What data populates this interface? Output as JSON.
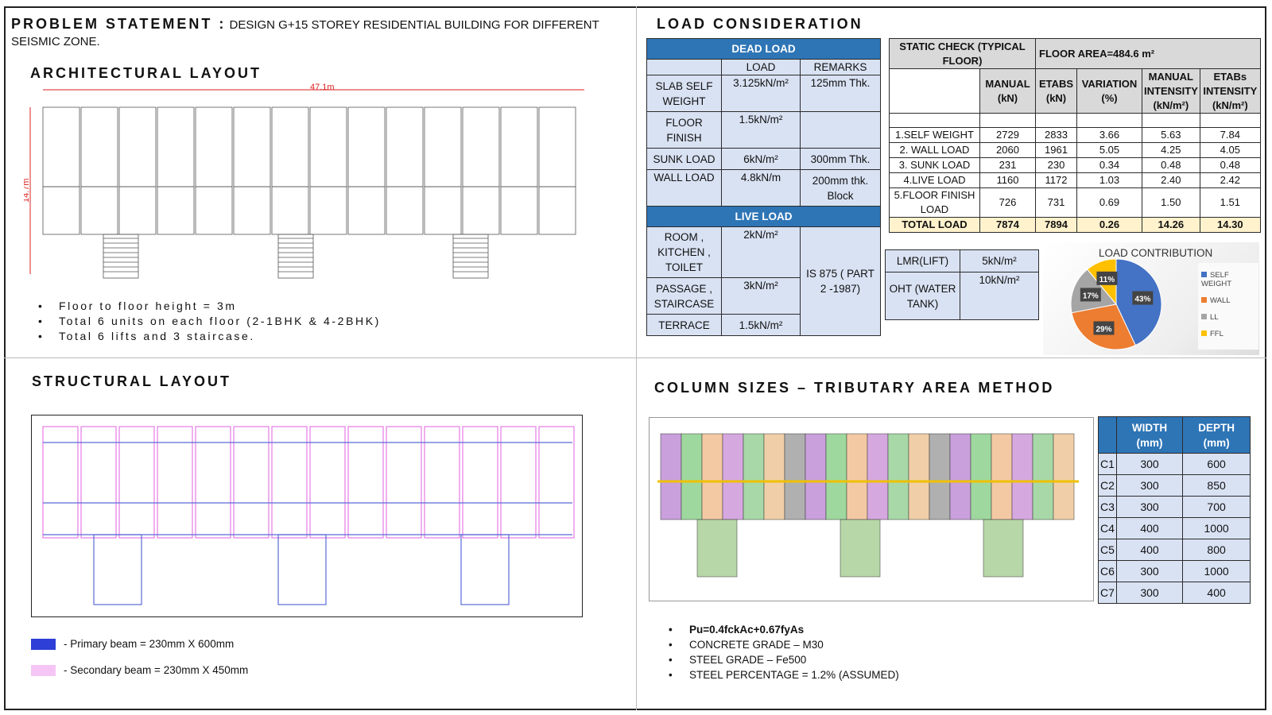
{
  "problem": {
    "label": "PROBLEM STATEMENT :",
    "text": "DESIGN G+15 STOREY RESIDENTIAL BUILDING FOR DIFFERENT SEISMIC ZONE."
  },
  "arch": {
    "title": "ARCHITECTURAL LAYOUT",
    "dim_width": "47.1m",
    "dim_height": "14.7m",
    "bullets": [
      "Floor to floor height = 3m",
      "Total 6 units on each floor (2-1BHK & 4-2BHK)",
      "Total 6 lifts and 3 staircase."
    ]
  },
  "structural": {
    "title": "STRUCTURAL LAYOUT",
    "legend": [
      "- Primary beam = 230mm X 600mm",
      "- Secondary beam = 230mm X 450mm"
    ],
    "primary_color": "#2d3fd6",
    "secondary_color": "#f5c6f5"
  },
  "load": {
    "title": "LOAD CONSIDERATION",
    "dead": {
      "caption": "DEAD LOAD",
      "h_load": "LOAD",
      "h_remarks": "REMARKS",
      "rows": [
        [
          "SLAB SELF WEIGHT",
          "3.125kN/m²",
          "125mm Thk."
        ],
        [
          "FLOOR FINISH",
          "1.5kN/m²",
          ""
        ],
        [
          "SUNK LOAD",
          "6kN/m²",
          "300mm Thk."
        ],
        [
          "WALL LOAD",
          "4.8kN/m",
          "200mm thk. Block"
        ]
      ]
    },
    "live": {
      "caption": "LIVE LOAD",
      "rows": [
        [
          "ROOM , KITCHEN , TOILET",
          "2kN/m²"
        ],
        [
          "PASSAGE , STAIRCASE",
          "3kN/m²"
        ],
        [
          "TERRACE",
          "1.5kN/m²"
        ]
      ],
      "remark": "IS 875 ( PART 2 -1987)"
    },
    "extra": [
      [
        "LMR(LIFT)",
        "5kN/m²"
      ],
      [
        "OHT (WATER TANK)",
        "10kN/m²"
      ]
    ],
    "static": {
      "title": "STATIC CHECK (TYPICAL FLOOR)",
      "area": "FLOOR AREA=484.6 m²",
      "headers": [
        "MANUAL (kN)",
        "ETABS (kN)",
        "VARIATION (%)",
        "MANUAL INTENSITY (kN/m²)",
        "ETABs INTENSITY (kN/m²)"
      ],
      "rows": [
        [
          "1.SELF WEIGHT",
          "2729",
          "2833",
          "3.66",
          "5.63",
          "7.84"
        ],
        [
          "2. WALL LOAD",
          "2060",
          "1961",
          "5.05",
          "4.25",
          "4.05"
        ],
        [
          "3. SUNK LOAD",
          "231",
          "230",
          "0.34",
          "0.48",
          "0.48"
        ],
        [
          "4.LIVE LOAD",
          "1160",
          "1172",
          "1.03",
          "2.40",
          "2.42"
        ],
        [
          "5.FLOOR FINISH LOAD",
          "726",
          "731",
          "0.69",
          "1.50",
          "1.51"
        ]
      ],
      "total": [
        "TOTAL LOAD",
        "7874",
        "7894",
        "0.26",
        "14.26",
        "14.30"
      ]
    }
  },
  "chart_data": {
    "type": "pie",
    "title": "LOAD CONTRIBUTION",
    "categories": [
      "SELF WEIGHT",
      "WALL",
      "LL",
      "FFL"
    ],
    "values": [
      43,
      29,
      17,
      11
    ],
    "labels": [
      "43%",
      "29%",
      "17%",
      "11%"
    ],
    "colors": [
      "#4472c4",
      "#ed7d31",
      "#a5a5a5",
      "#ffc000"
    ],
    "legend_position": "right"
  },
  "columns": {
    "title": "COLUMN SIZES – TRIBUTARY AREA METHOD",
    "headers": [
      "",
      "WIDTH (mm)",
      "DEPTH (mm)"
    ],
    "rows": [
      [
        "C1",
        "300",
        "600"
      ],
      [
        "C2",
        "300",
        "850"
      ],
      [
        "C3",
        "300",
        "700"
      ],
      [
        "C4",
        "400",
        "1000"
      ],
      [
        "C5",
        "400",
        "800"
      ],
      [
        "C6",
        "300",
        "1000"
      ],
      [
        "C7",
        "300",
        "400"
      ]
    ],
    "bullets": [
      "Pu=0.4fckAc+0.67fyAs",
      "CONCRETE GRADE – M30",
      "STEEL GRADE – Fe500",
      "STEEL PERCENTAGE = 1.2% (ASSUMED)"
    ]
  }
}
